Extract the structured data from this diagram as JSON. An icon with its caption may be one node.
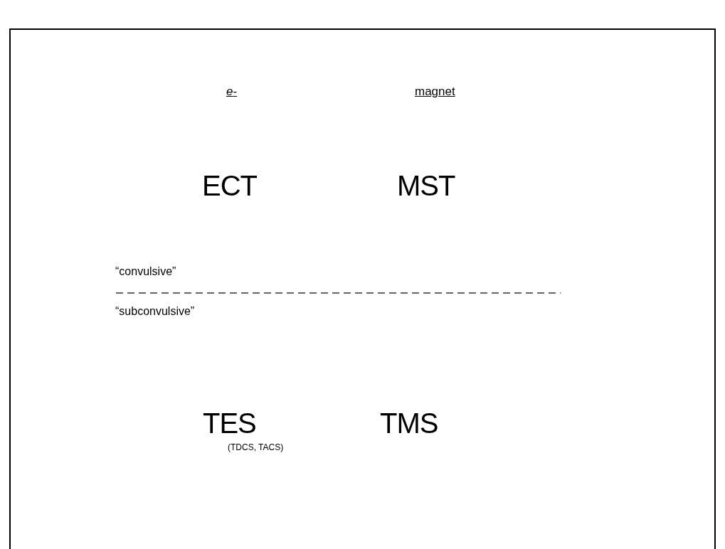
{
  "diagram": {
    "labels": [
      "*e*-",
      "magnet",
      "ECT",
      "MST",
      "“convulsive”",
      "“subconvulsive”",
      "TES",
      "(TDCS, TACS)",
      "TMS"
    ]
  }
}
